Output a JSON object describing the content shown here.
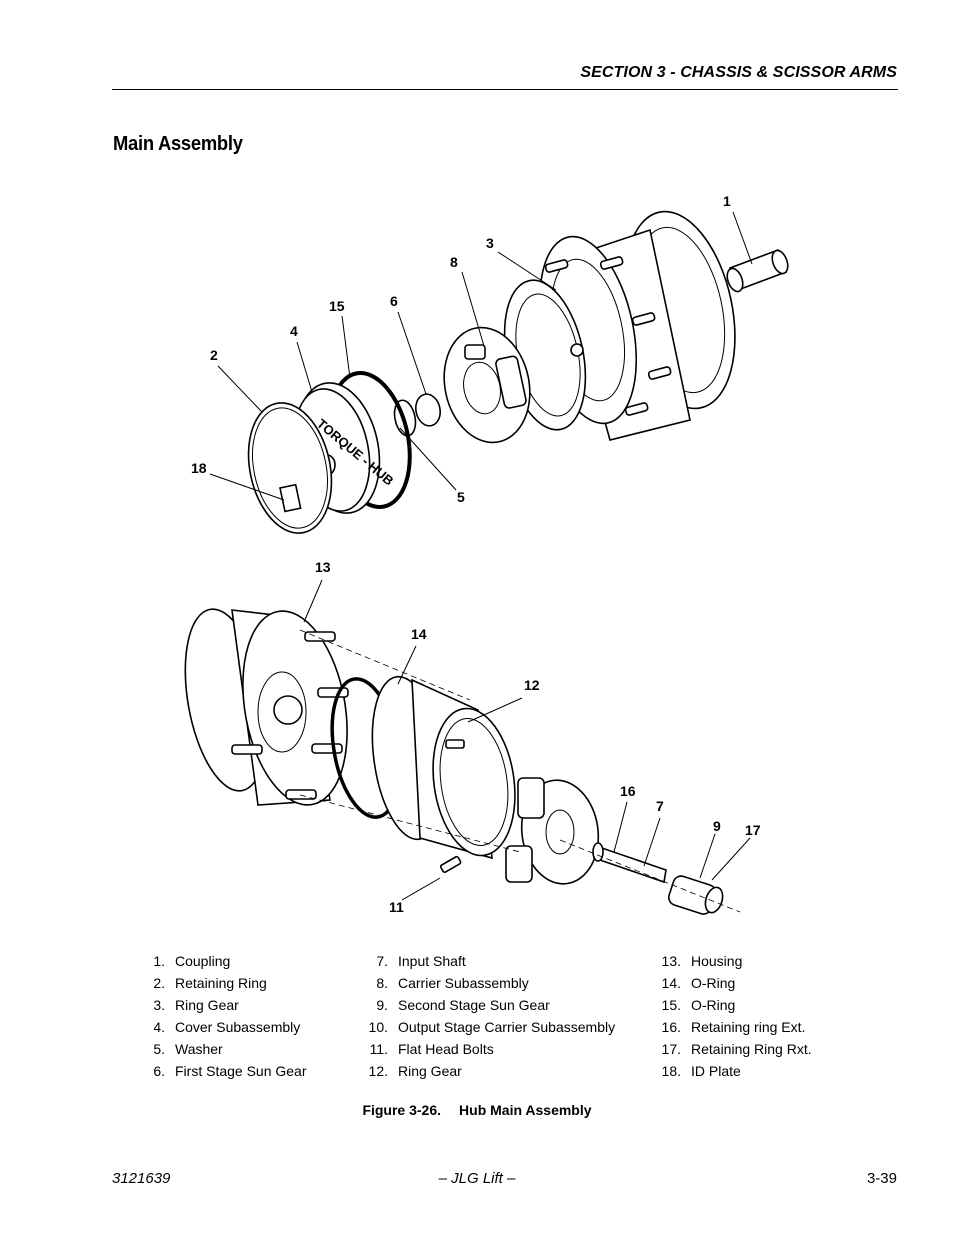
{
  "header": {
    "section": "SECTION 3 - CHASSIS & SCISSOR ARMS"
  },
  "title": "Main Assembly",
  "figure": {
    "callouts": [
      "1",
      "3",
      "8",
      "15",
      "6",
      "4",
      "2",
      "18",
      "5",
      "13",
      "14",
      "12",
      "16",
      "7",
      "9",
      "17",
      "11"
    ],
    "cover_text": "TORQUE - HUB"
  },
  "legend": {
    "col1": [
      {
        "num": "1.",
        "label": "Coupling"
      },
      {
        "num": "2.",
        "label": "Retaining Ring"
      },
      {
        "num": "3.",
        "label": "Ring Gear"
      },
      {
        "num": "4.",
        "label": "Cover Subassembly"
      },
      {
        "num": "5.",
        "label": "Washer"
      },
      {
        "num": "6.",
        "label": "First Stage Sun Gear"
      }
    ],
    "col2": [
      {
        "num": "7.",
        "label": "Input Shaft"
      },
      {
        "num": "8.",
        "label": "Carrier Subassembly"
      },
      {
        "num": "9.",
        "label": "Second Stage Sun Gear"
      },
      {
        "num": "10.",
        "label": "Output Stage Carrier Subassembly"
      },
      {
        "num": "11.",
        "label": "Flat Head Bolts"
      },
      {
        "num": "12.",
        "label": "Ring Gear"
      }
    ],
    "col3": [
      {
        "num": "13.",
        "label": "Housing"
      },
      {
        "num": "14.",
        "label": "O-Ring"
      },
      {
        "num": "15.",
        "label": "O-Ring"
      },
      {
        "num": "16.",
        "label": "Retaining ring Ext."
      },
      {
        "num": "17.",
        "label": "Retaining Ring Rxt."
      },
      {
        "num": "18.",
        "label": "ID Plate"
      }
    ]
  },
  "caption": {
    "number": "Figure 3-26.",
    "title": "Hub Main Assembly"
  },
  "footer": {
    "doc_number": "3121639",
    "center": "– JLG Lift –",
    "page": "3-39"
  }
}
